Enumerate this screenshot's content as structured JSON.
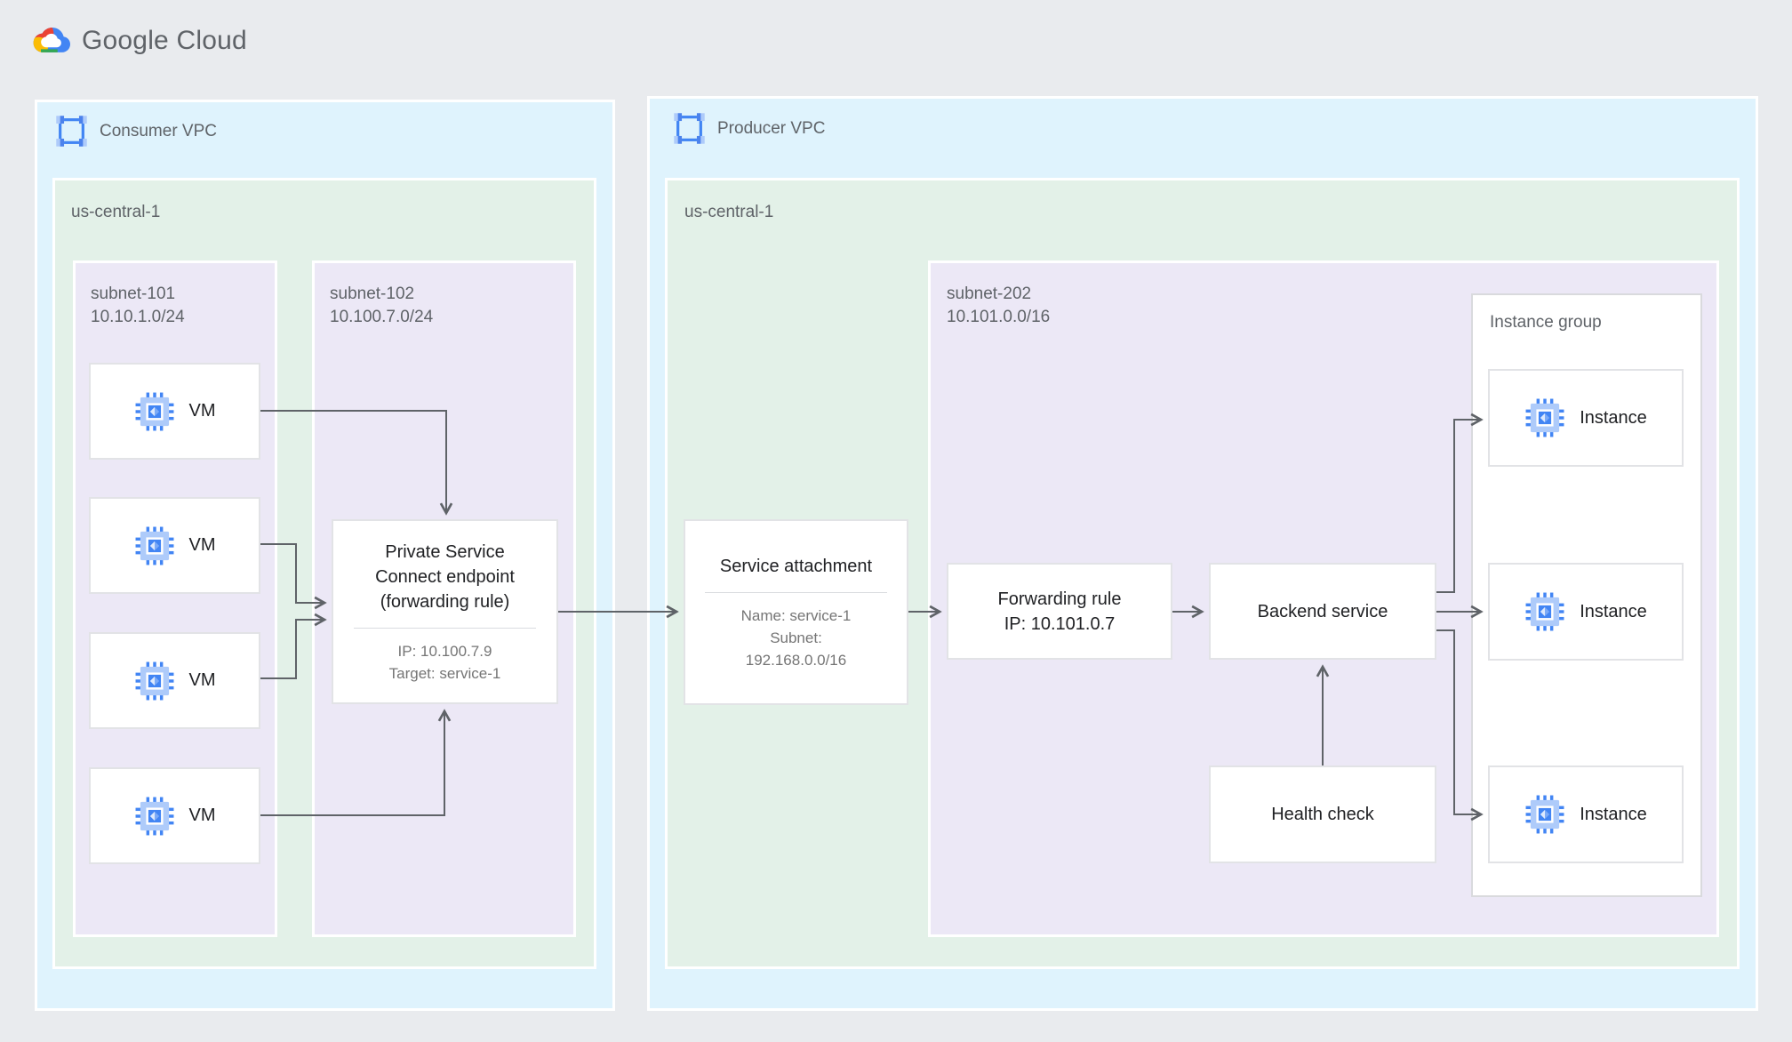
{
  "logo": {
    "text": "Google Cloud"
  },
  "consumer_vpc": {
    "label": "Consumer VPC",
    "region": {
      "label": "us-central-1",
      "subnet101": {
        "name": "subnet-101",
        "cidr": "10.10.1.0/24",
        "vms": [
          {
            "label": "VM"
          },
          {
            "label": "VM"
          },
          {
            "label": "VM"
          },
          {
            "label": "VM"
          }
        ]
      },
      "subnet102": {
        "name": "subnet-102",
        "cidr": "10.100.7.0/24",
        "psc_endpoint": {
          "lines": [
            "Private Service",
            "Connect endpoint",
            "(forwarding rule)"
          ],
          "ip": "IP: 10.100.7.9",
          "target": "Target: service-1"
        }
      }
    }
  },
  "producer_vpc": {
    "label": "Producer VPC",
    "region": {
      "label": "us-central-1",
      "service_attachment": {
        "title": "Service attachment",
        "name": "Name: service-1",
        "subnet_label": "Subnet:",
        "subnet_cidr": "192.168.0.0/16"
      },
      "subnet202": {
        "name": "subnet-202",
        "cidr": "10.101.0.0/16",
        "forwarding_rule": {
          "title": "Forwarding rule",
          "ip": "IP: 10.101.0.7"
        },
        "backend_service": {
          "title": "Backend service"
        },
        "health_check": {
          "title": "Health check"
        },
        "instance_group": {
          "label": "Instance group",
          "instances": [
            {
              "label": "Instance"
            },
            {
              "label": "Instance"
            },
            {
              "label": "Instance"
            }
          ]
        }
      }
    }
  },
  "colors": {
    "page_bg": "#e9ebee",
    "vpc_fill": "#dff3fd",
    "region_fill": "#e3f1e8",
    "subnet_fill": "#ece8f6",
    "node_border": "#e2e3e6",
    "arrow": "#5f6368",
    "label_gray": "#5f6368",
    "title_dark": "#202124",
    "google_blue": "#4285f4",
    "google_red": "#ea4335",
    "google_yellow": "#fbbc04",
    "google_green": "#34a853"
  }
}
